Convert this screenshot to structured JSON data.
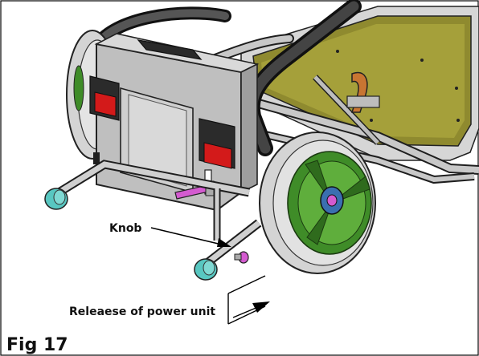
{
  "figure": {
    "caption": "Fig 17",
    "callouts": {
      "knob": "Knob",
      "release": "Releaese of power unit"
    }
  },
  "colors": {
    "frame_gray": "#c8c8c8",
    "frame_dark": "#1e1e1e",
    "tire_gray": "#d4d4d4",
    "hub_green": "#3f8c28",
    "platform_olive": "#8f8a2f",
    "battery_red": "#d31a1a",
    "caster_teal": "#58c7c1",
    "knob_pink": "#d45bd0",
    "lever_orange": "#c87532"
  },
  "icons": [
    "knob-arrow-icon",
    "release-arrow-icon"
  ]
}
